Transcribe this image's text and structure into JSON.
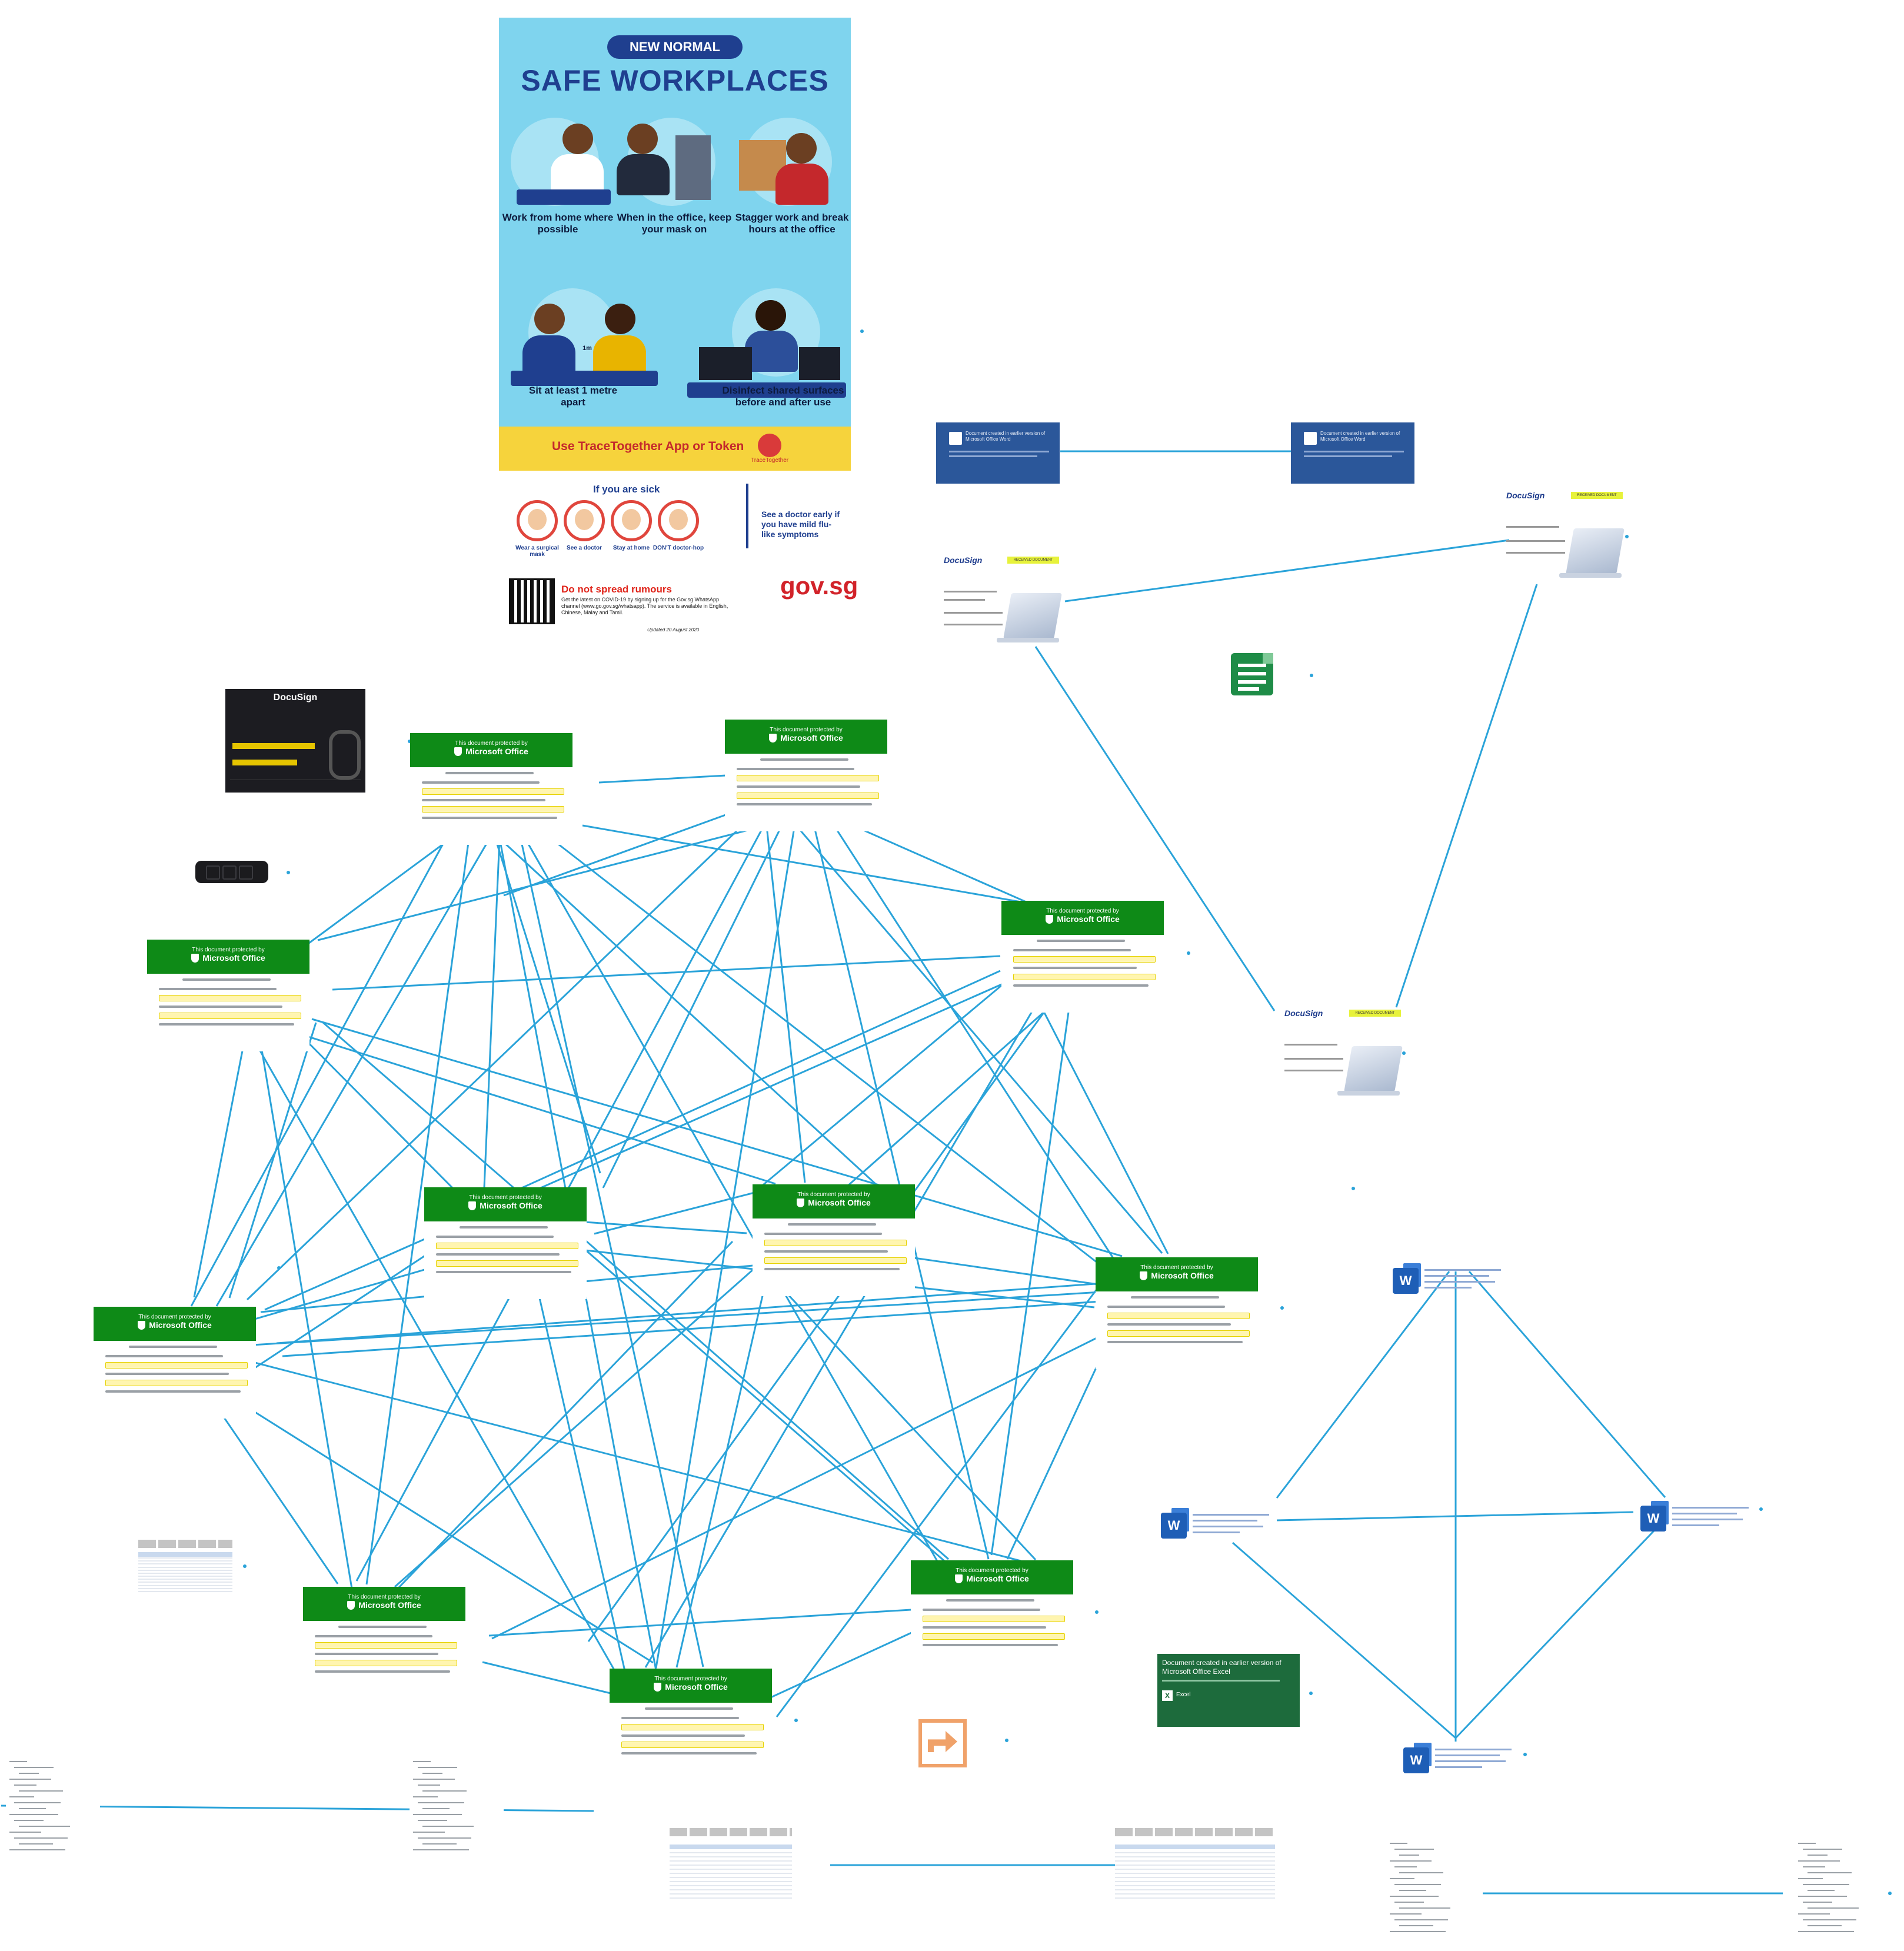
{
  "poster": {
    "pill": "NEW NORMAL",
    "title": "SAFE WORKPLACES",
    "captions": [
      "Work from home where possible",
      "When in the office, keep your mask on",
      "Stagger work and break hours at the office",
      "Sit at least 1 metre apart",
      "Disinfect shared surfaces before and after use"
    ],
    "distance_label": "1m",
    "app_line": "Use TraceTogether App or Token",
    "app_logo_label": "TraceTogether",
    "sick_heading": "If you are sick",
    "sick_items": [
      "Wear a surgical mask",
      "See a doctor",
      "Stay at home",
      "DON'T doctor-hop"
    ],
    "see_doctor": "See a doctor early if you have mild flu-like symptoms",
    "rumours_heading": "Do not spread rumours",
    "rumours_text": "Get the latest on COVID-19 by signing up for the Gov.sg WhatsApp channel (www.go.gov.sg/whatsapp). The service is available in English, Chinese, Malay and Tamil.",
    "updated": "Updated 20 August 2020",
    "gov_logo": "gov.sg"
  },
  "ms_card": {
    "line1": "This document protected by",
    "line2": "Microsoft Office"
  },
  "blue_doc": {
    "text": "Document created in earlier version of Microsoft Office Word"
  },
  "docusign": {
    "logo": "DocuSign",
    "tag": "RECEIVED DOCUMENT"
  },
  "dark_docusign": {
    "logo": "DocuSign"
  },
  "excel_card": {
    "title": "Document created in earlier version of Microsoft Office Excel",
    "app": "Excel"
  },
  "word_icon": {
    "letter": "W"
  },
  "colors": {
    "edge": "#2aa3d9",
    "ms_green": "#0e8a17",
    "word_blue": "#2b579a",
    "excel_green": "#1d6b3c",
    "poster_bg": "#7fd4ee"
  }
}
